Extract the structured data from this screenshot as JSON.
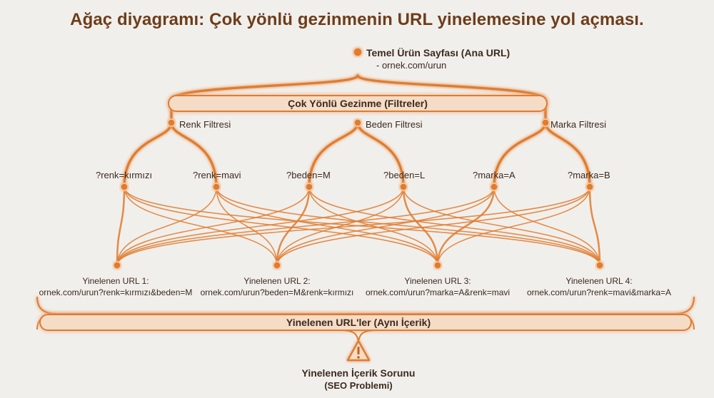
{
  "title": "Ağaç diyagramı: Çok yönlü gezinmenin URL yinelemesine yol açması.",
  "root": {
    "name": "Temel Ürün Sayfası (Ana URL)",
    "url": "- ornek.com/urun"
  },
  "facet_banner": "Çok Yönlü Gezinme (Filtreler)",
  "filters": [
    {
      "name": "Renk Filtresi",
      "params": [
        "?renk=kırmızı",
        "?renk=mavi"
      ]
    },
    {
      "name": "Beden Filtresi",
      "params": [
        "?beden=M",
        "?beden=L"
      ]
    },
    {
      "name": "Marka Filtresi",
      "params": [
        "?marka=A",
        "?marka=B"
      ]
    }
  ],
  "duplicates": [
    {
      "title": "Yinelenen URL 1:",
      "url": "ornek.com/urun?renk=kırmızı&beden=M"
    },
    {
      "title": "Yinelenen URL 2:",
      "url": "ornek.com/urun?beden=M&renk=kırmızı"
    },
    {
      "title": "Yinelenen URL 3:",
      "url": "ornek.com/urun?marka=A&renk=mavi"
    },
    {
      "title": "Yinelenen URL 4:",
      "url": "ornek.com/urun?renk=mavi&marka=A"
    }
  ],
  "duplicates_banner": "Yinelenen URL'ler (Aynı İçerik)",
  "problem": {
    "icon": "warning-icon",
    "line1": "Yinelenen İçerik Sorunu",
    "line2": "(SEO Problemi)"
  },
  "colors": {
    "accent": "#e07b2e",
    "accent_dark": "#c4621b",
    "title": "#6e3d1a",
    "text": "#3b2a1e",
    "background": "#f1efec"
  }
}
